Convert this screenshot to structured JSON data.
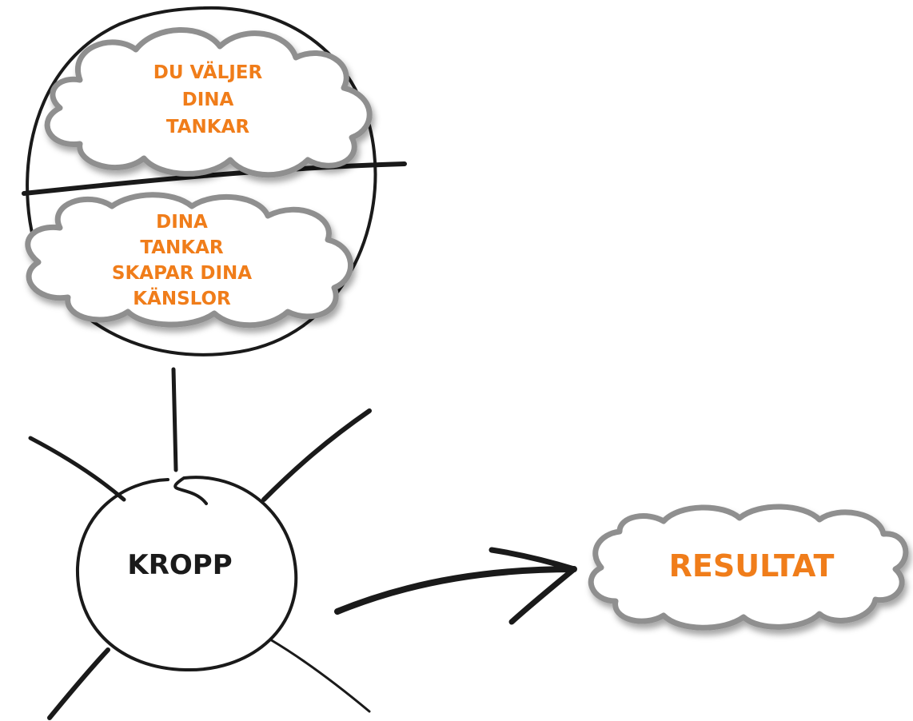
{
  "colors": {
    "ink": "#1a1a1a",
    "accent": "#f07d1a",
    "cloud_outline": "#8f8f8f",
    "cloud_fill": "#ffffff"
  },
  "clouds": {
    "thoughts_choice": {
      "lines": [
        "DU VÄLJER",
        "DINA",
        "TANKAR"
      ]
    },
    "thoughts_feelings": {
      "lines": [
        "DINA",
        "TANKAR",
        "SKAPAR DINA",
        "KÄNSLOR"
      ]
    },
    "result": {
      "lines": [
        "RESULTAT"
      ]
    }
  },
  "body": {
    "label": "KROPP"
  }
}
